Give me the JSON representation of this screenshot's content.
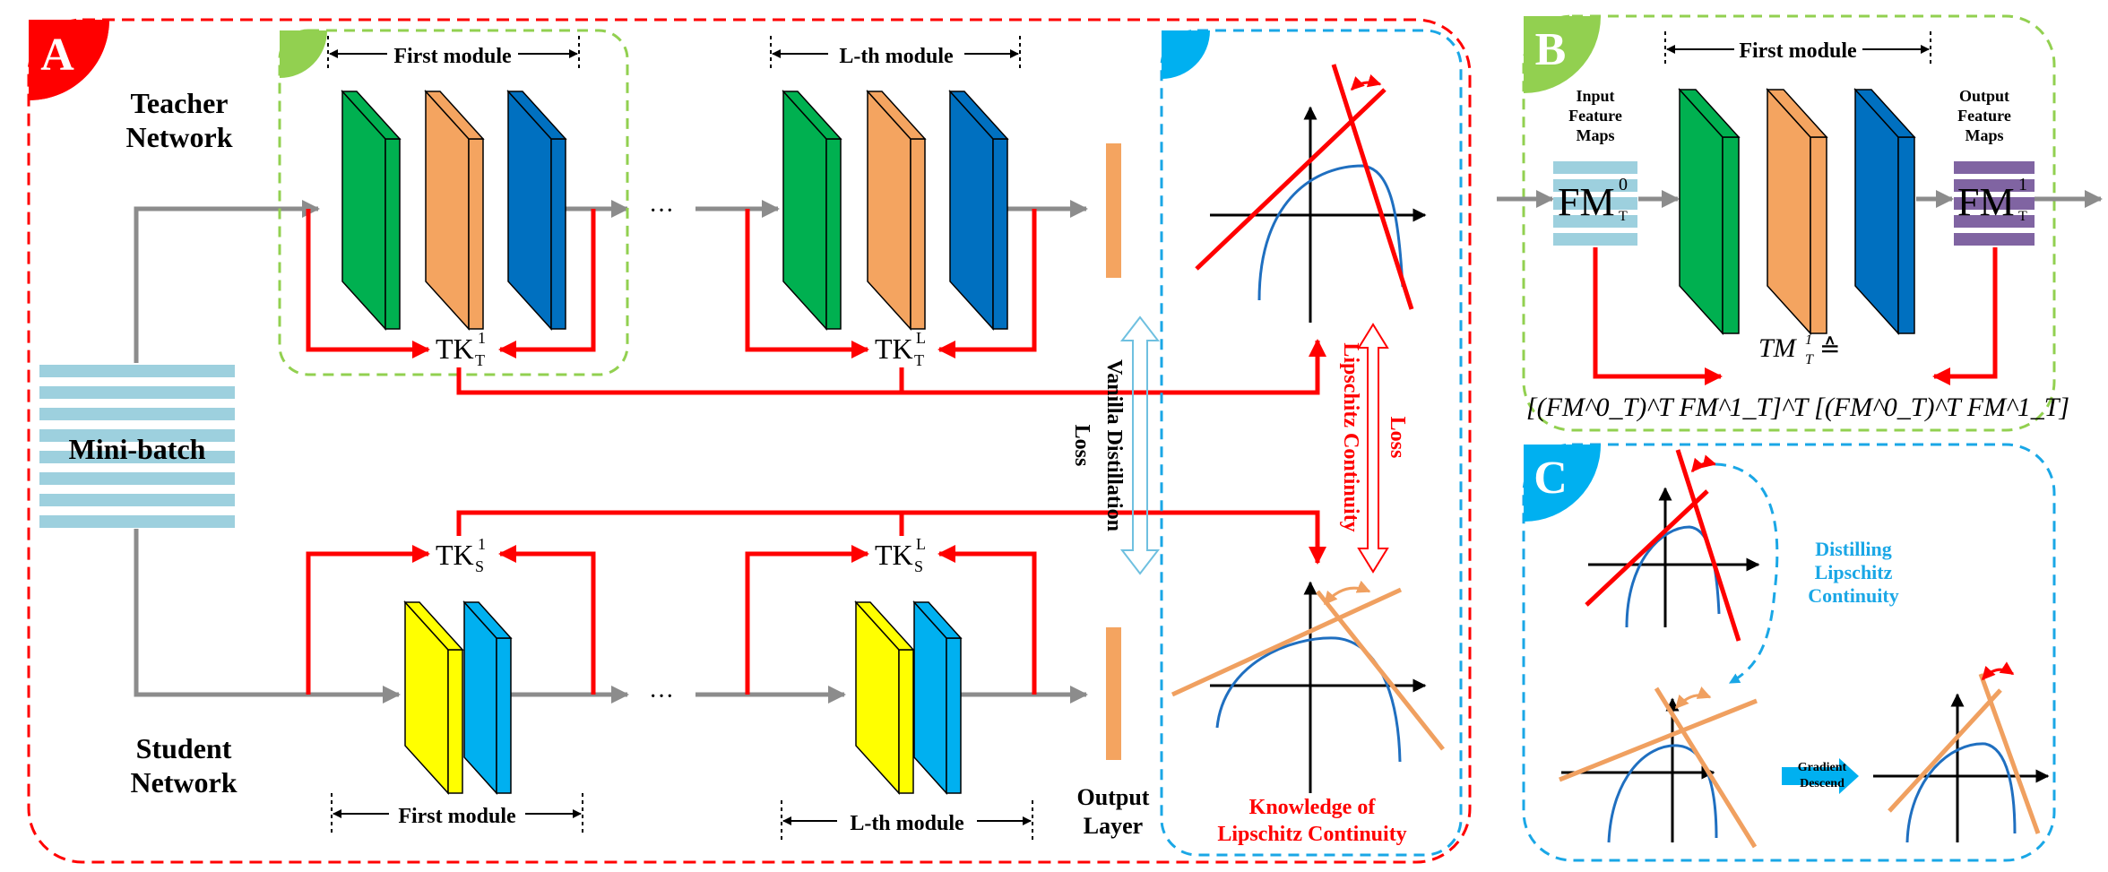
{
  "panel_a": {
    "badge": "A",
    "teacher_label": [
      "Teacher",
      "Network"
    ],
    "student_label": [
      "Student",
      "Network"
    ],
    "mini_batch": "Mini-batch",
    "first_module_teacher": "First module",
    "lth_module_teacher": "L-th module",
    "first_module_student": "First module",
    "lth_module_student": "L-th module",
    "output_layer": [
      "Output",
      "Layer"
    ],
    "vanilla_loss": [
      "Vanilla Distillation",
      "Loss"
    ],
    "lipschitz_loss": [
      "Lipschitz Continuity",
      "Loss"
    ],
    "knowledge": [
      "Knowledge of",
      "Lipschitz Continuity"
    ],
    "ellipsis": "···",
    "tk": "TK",
    "sub_t": "T",
    "sub_s": "S",
    "sup_1": "1",
    "sup_l": "L"
  },
  "panel_b": {
    "badge": "B",
    "first_module": "First module",
    "input_maps": [
      "Input",
      "Feature",
      "Maps"
    ],
    "output_maps": [
      "Output",
      "Feature",
      "Maps"
    ],
    "fm": "FM",
    "fm_in_sup": "0",
    "fm_out_sup": "1",
    "fm_sub": "T",
    "tm": "TM",
    "tm_sup": "1",
    "tm_sub": "T",
    "def_symbol": "≙",
    "formula": "[(FM^0_T)^T FM^1_T]^T [(FM^0_T)^T FM^1_T]"
  },
  "panel_c": {
    "badge": "C",
    "distilling": [
      "Distilling",
      "Lipschitz",
      "Continuity"
    ],
    "gradient": [
      "Gradient",
      "Descend"
    ]
  },
  "colors": {
    "red": "#ff0000",
    "green_block": "#00b050",
    "orange_block": "#f4a460",
    "blue_block": "#0070c0",
    "yellow_block": "#ffff00",
    "cyan_block": "#00b0f0",
    "minibatch": "#9dd0de",
    "purple": "#8064a2",
    "curve": "#1f6fc0",
    "orange_line": "#f0a060",
    "badge_green": "#92d050",
    "badge_blue": "#00b0f0",
    "badge_red": "#ff0000",
    "dash_blue": "#1aa7e6",
    "dash_green": "#92d050"
  }
}
